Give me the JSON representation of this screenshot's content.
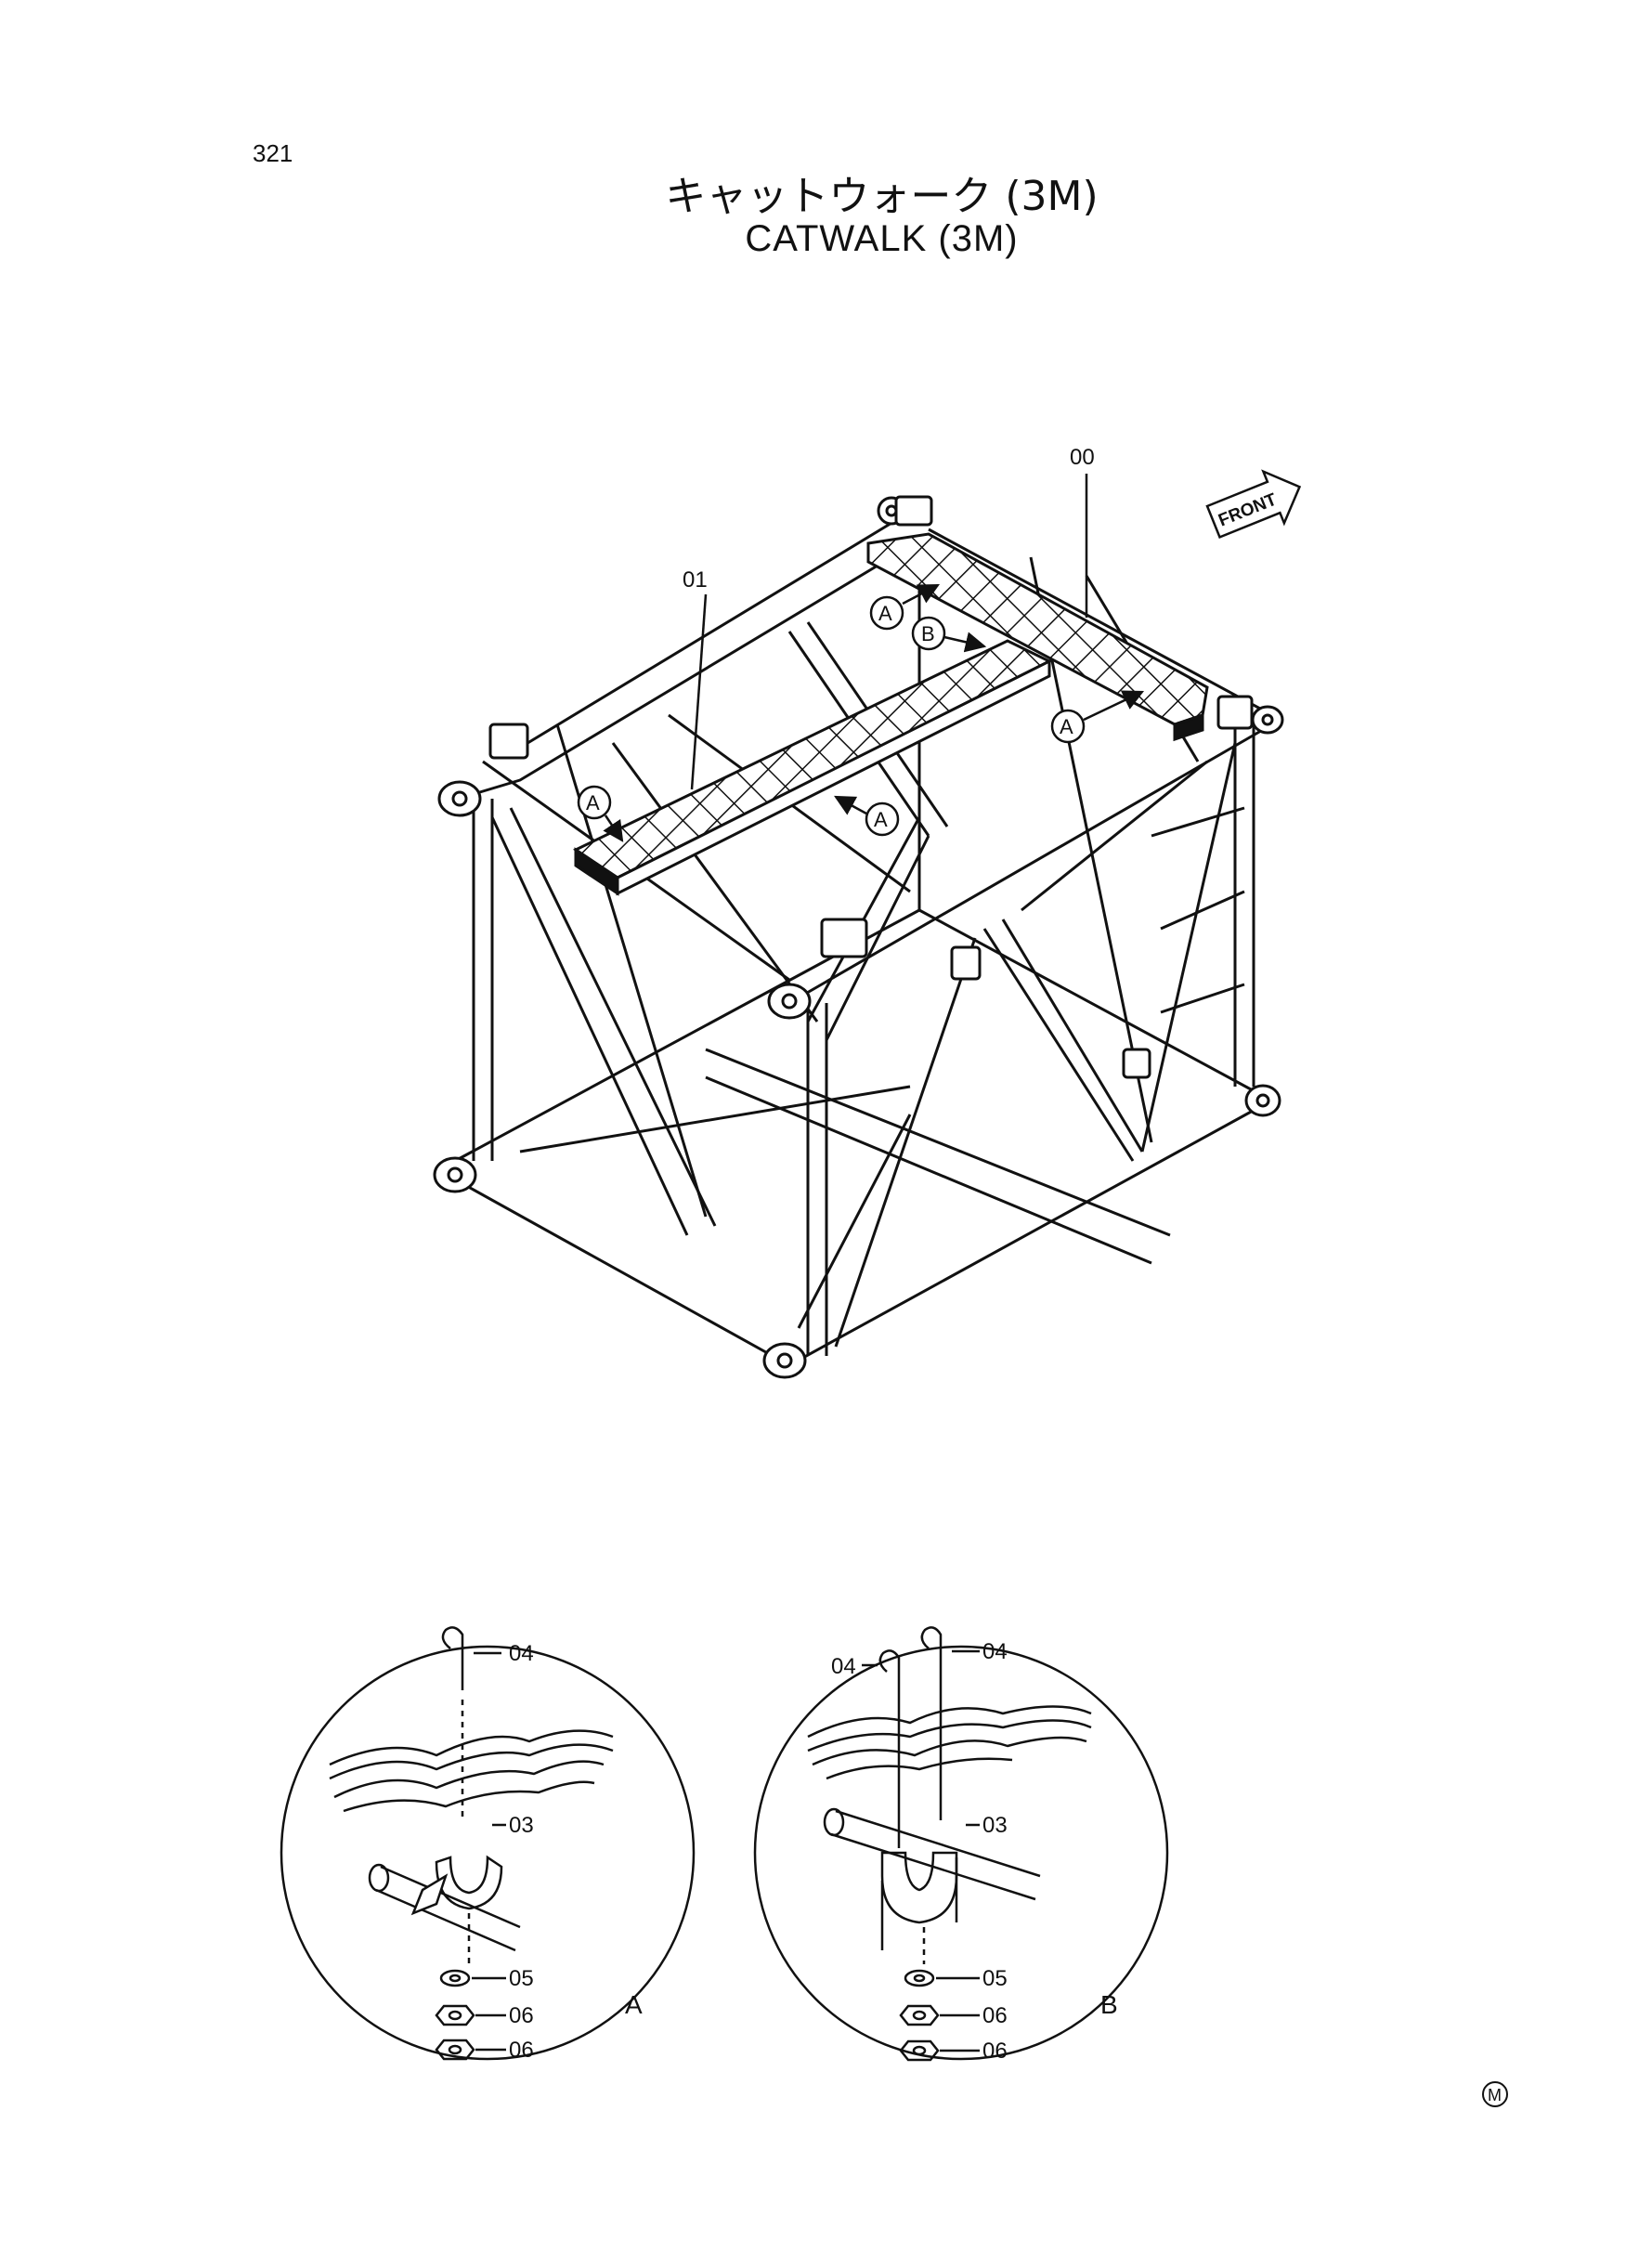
{
  "page_number": "321",
  "title_jp": "キャットウォーク (3M)",
  "title_en": "CATWALK (3M)",
  "front_label": "FRONT",
  "callouts": {
    "catwalk_assembly": "00",
    "walkway_plate": "01",
    "detail_a_ref": "A",
    "detail_b_ref": "B"
  },
  "detail_a": {
    "label": "A",
    "parts": [
      "04",
      "03",
      "05",
      "06",
      "06"
    ]
  },
  "detail_b": {
    "label": "B",
    "parts": [
      "04",
      "04",
      "03",
      "05",
      "06",
      "06"
    ]
  },
  "corner_mark": "M"
}
